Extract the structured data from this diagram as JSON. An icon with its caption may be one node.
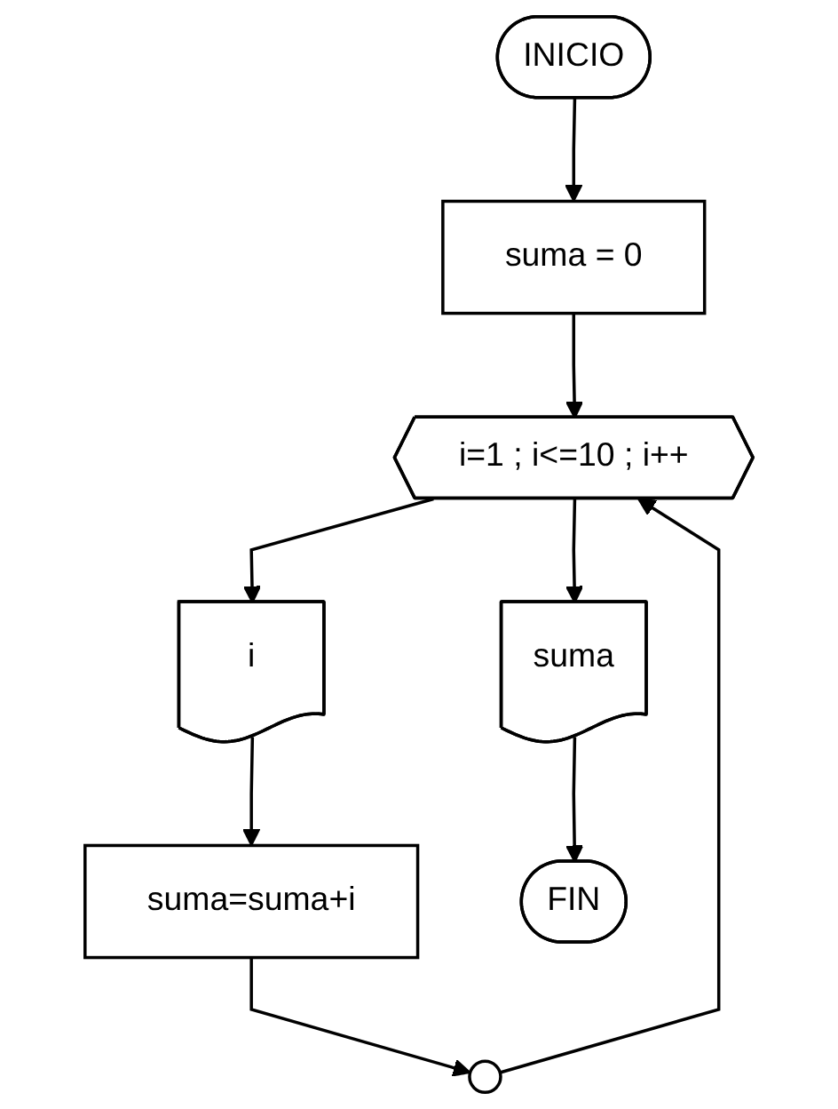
{
  "diagram": {
    "nodes": [
      {
        "text": [
          "INICIO"
        ]
      },
      {
        "text": [
          "suma = 0"
        ]
      },
      {
        "text": [
          "i=1  ; i<=10 ; i++"
        ]
      },
      {
        "text": [
          "i"
        ]
      },
      {
        "text": [
          "suma=suma+i"
        ]
      },
      {
        "text": [],
        "shape": "circle"
      },
      {
        "text": [
          "suma"
        ]
      },
      {
        "text": [
          "FIN"
        ]
      }
    ],
    "edges": [
      {
        "from": 0,
        "to": 1,
        "arrow": "to"
      },
      {
        "from": 1,
        "to": 2,
        "arrow": "to"
      },
      {
        "from": 2,
        "to": 3,
        "arrow": "to"
      },
      {
        "from": 3,
        "to": 4,
        "arrow": "to"
      },
      {
        "from": 4,
        "to": 5,
        "arrow": "to"
      },
      {
        "from": 5,
        "to": 2,
        "arrow": "to"
      },
      {
        "from": 2,
        "to": 6,
        "arrow": "to"
      },
      {
        "from": 6,
        "to": 7,
        "arrow": "to"
      }
    ]
  }
}
